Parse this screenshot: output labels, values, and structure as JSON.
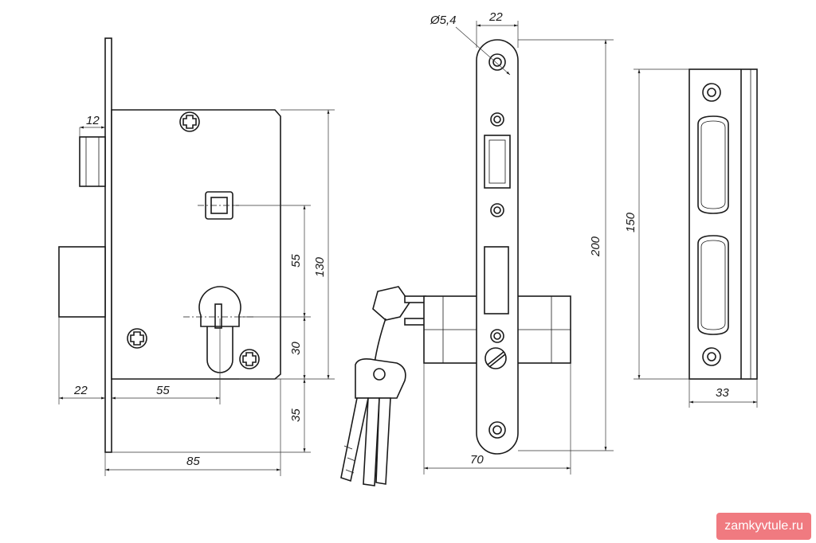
{
  "dimensions": {
    "backset_bolt": "12",
    "faceplate_offset": "22",
    "cylinder_center": "55",
    "case_depth": "85",
    "handle_to_cylinder": "55",
    "case_height": "130",
    "cylinder_to_bottom": "30",
    "bottom_margin": "35",
    "faceplate_width": "22",
    "screw_hole": "Ø5,4",
    "faceplate_height": "200",
    "cylinder_length": "70",
    "strike_height": "150",
    "strike_width": "33"
  },
  "watermark": {
    "text": "zamkyvtule.ru",
    "color": "#f07a80"
  }
}
